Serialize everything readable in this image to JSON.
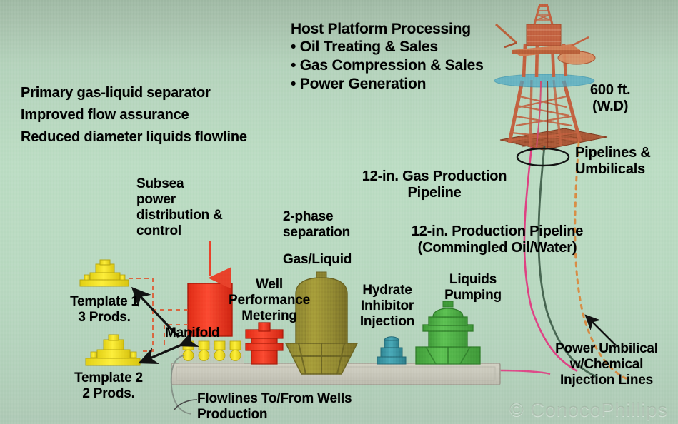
{
  "diagram": {
    "title_block": {
      "heading": "Host Platform Processing",
      "bullets": [
        "• Oil Treating & Sales",
        "• Gas Compression & Sales",
        "• Power Generation"
      ]
    },
    "benefits": [
      "Primary gas-liquid separator",
      "Improved flow assurance",
      "Reduced diameter liquids flowline"
    ],
    "water_depth": "600 ft.\n(W.D)",
    "pipelines_umbilicals": "Pipelines &\nUmbilicals",
    "gas_pipeline": "12-in. Gas Production\nPipeline",
    "production_pipeline": "12-in. Production Pipeline\n(Commingled Oil/Water)",
    "subsea_power": "Subsea\npower\ndistribution &\ncontrol",
    "two_phase": "2-phase\nseparation",
    "gas_liquid": "Gas/Liquid",
    "well_metering": "Well\nPerformance\nMetering",
    "hydrate": "Hydrate\nInhibitor\nInjection",
    "liquids_pumping": "Liquids\nPumping",
    "manifold": "Manifold",
    "template1": "Template 1\n3 Prods.",
    "template2": "Template 2\n2 Prods.",
    "flowlines": "Flowlines To/From Wells\nProduction",
    "power_umbilical": "Power Umbilical\nw/Chemical\nInjection Lines",
    "watermark": "© ConocoPhillips",
    "colors": {
      "background_top": "#9fb9a4",
      "background_mid": "#bbdcc3",
      "text": "#000000",
      "platform_steel": "#c2603f",
      "platform_deck": "#a9502f",
      "waterline": "#4aa6c4",
      "template_yellow": "#f2e121",
      "power_module_red": "#f4341f",
      "metering_red": "#f0402a",
      "separator_olive": "#9d9433",
      "hydrate_teal": "#3f9aa8",
      "pump_green": "#4fb548",
      "seabed_base": "#c9c8bb",
      "gas_line": "#3f5e4a",
      "oil_line": "#e0397f",
      "umbilical_line": "#d8863c",
      "control_dash": "#e0522a"
    }
  }
}
